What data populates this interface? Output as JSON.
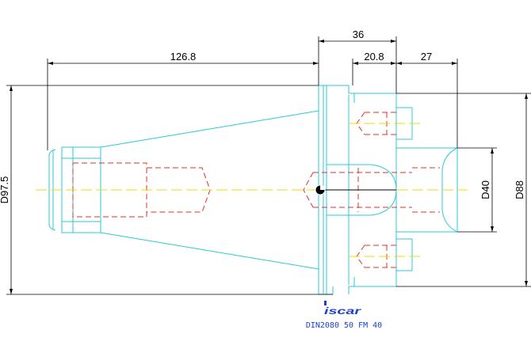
{
  "dimensions": {
    "total_length": "126.8",
    "flange_length": "36",
    "face_to_shoulder": "20.8",
    "nose_length": "27",
    "flange_diameter": "D97.5",
    "bore_diameter": "D40",
    "nose_diameter": "D88"
  },
  "brand": {
    "logo_text": "iscar"
  },
  "caption": "DIN2080 50 FM 40",
  "colors": {
    "outline": "#29c9d6",
    "hidden_lines": "#e0302a",
    "centerline": "#e8e000",
    "dimension": "#000000",
    "brand": "#1a3fd0"
  }
}
